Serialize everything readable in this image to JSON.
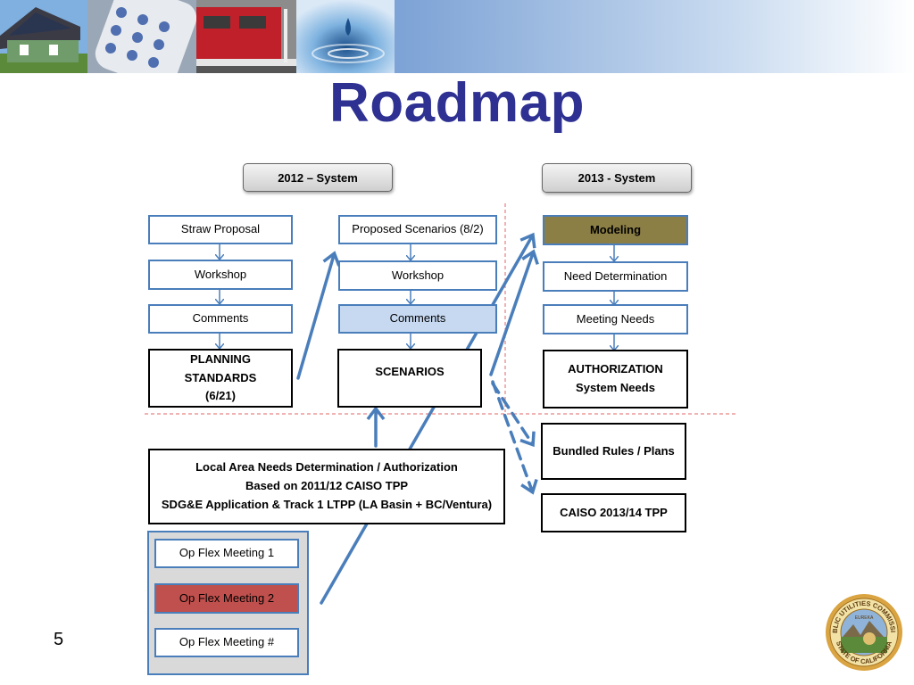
{
  "title": "Roadmap",
  "page_number": "5",
  "headers": {
    "system_2012": "2012 – System",
    "system_2013": "2013 - System"
  },
  "col2012a": {
    "straw": "Straw Proposal",
    "workshop": "Workshop",
    "comments": "Comments",
    "planning": "PLANNING STANDARDS (6/21)"
  },
  "col2012b": {
    "proposed": "Proposed Scenarios (8/2)",
    "workshop": "Workshop",
    "comments": "Comments",
    "scenarios": "SCENARIOS"
  },
  "col2013": {
    "modeling": "Modeling",
    "need": "Need Determination",
    "meeting": "Meeting Needs",
    "authorization_line1": "AUTHORIZATION",
    "authorization_line2": "System Needs",
    "bundled": "Bundled Rules / Plans",
    "caiso": "CAISO 2013/14 TPP"
  },
  "local": {
    "line1": "Local Area Needs Determination / Authorization",
    "line2": "Based on 2011/12 CAISO TPP",
    "line3": "SDG&E Application & Track 1 LTPP (LA Basin + BC/Ventura)"
  },
  "opflex": {
    "m1": "Op Flex Meeting 1",
    "m2": "Op Flex Meeting 2",
    "mn": "Op Flex Meeting #"
  },
  "colors": {
    "title": "#2e3192",
    "box_border": "#4a7ebb",
    "modeling_fill": "#8c7f45",
    "comments_fill": "#c6d9f1",
    "opflex2_fill": "#c0504d",
    "panel_fill": "#d9d9d9",
    "divider": "#e06666"
  },
  "seal": {
    "top_text": "PUBLIC UTILITIES COMMISSION",
    "bottom_text": "STATE OF CALIFORNIA",
    "motto": "EUREKA"
  }
}
